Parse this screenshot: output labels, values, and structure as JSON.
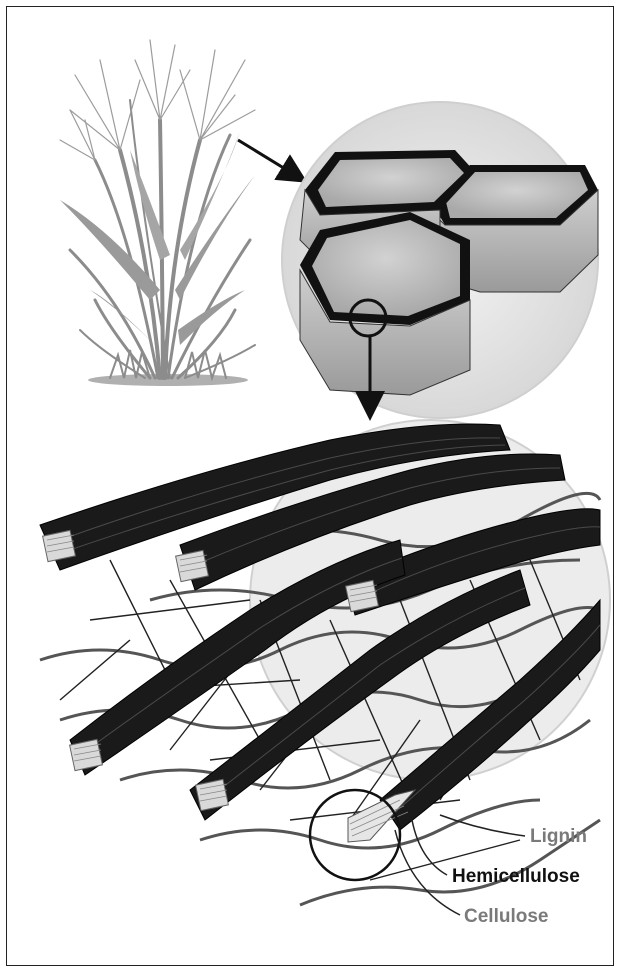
{
  "labels": {
    "lignin": "Lignin",
    "hemicellulose": "Hemicellulose",
    "cellulose": "Cellulose"
  },
  "colors": {
    "lignin_label": "#7a7a7a",
    "hemicellulose_label": "#111111",
    "cellulose_label": "#7a7a7a",
    "plant": "#8c8c8c",
    "cell_wall": "#111111",
    "cell_interior": "#b8b8b8",
    "fiber_bundle": "#1a1a1a"
  },
  "icons": [
    "plant-illustration",
    "plant-cells",
    "fiber-strands",
    "zoom-circle",
    "arrow-icon"
  ]
}
